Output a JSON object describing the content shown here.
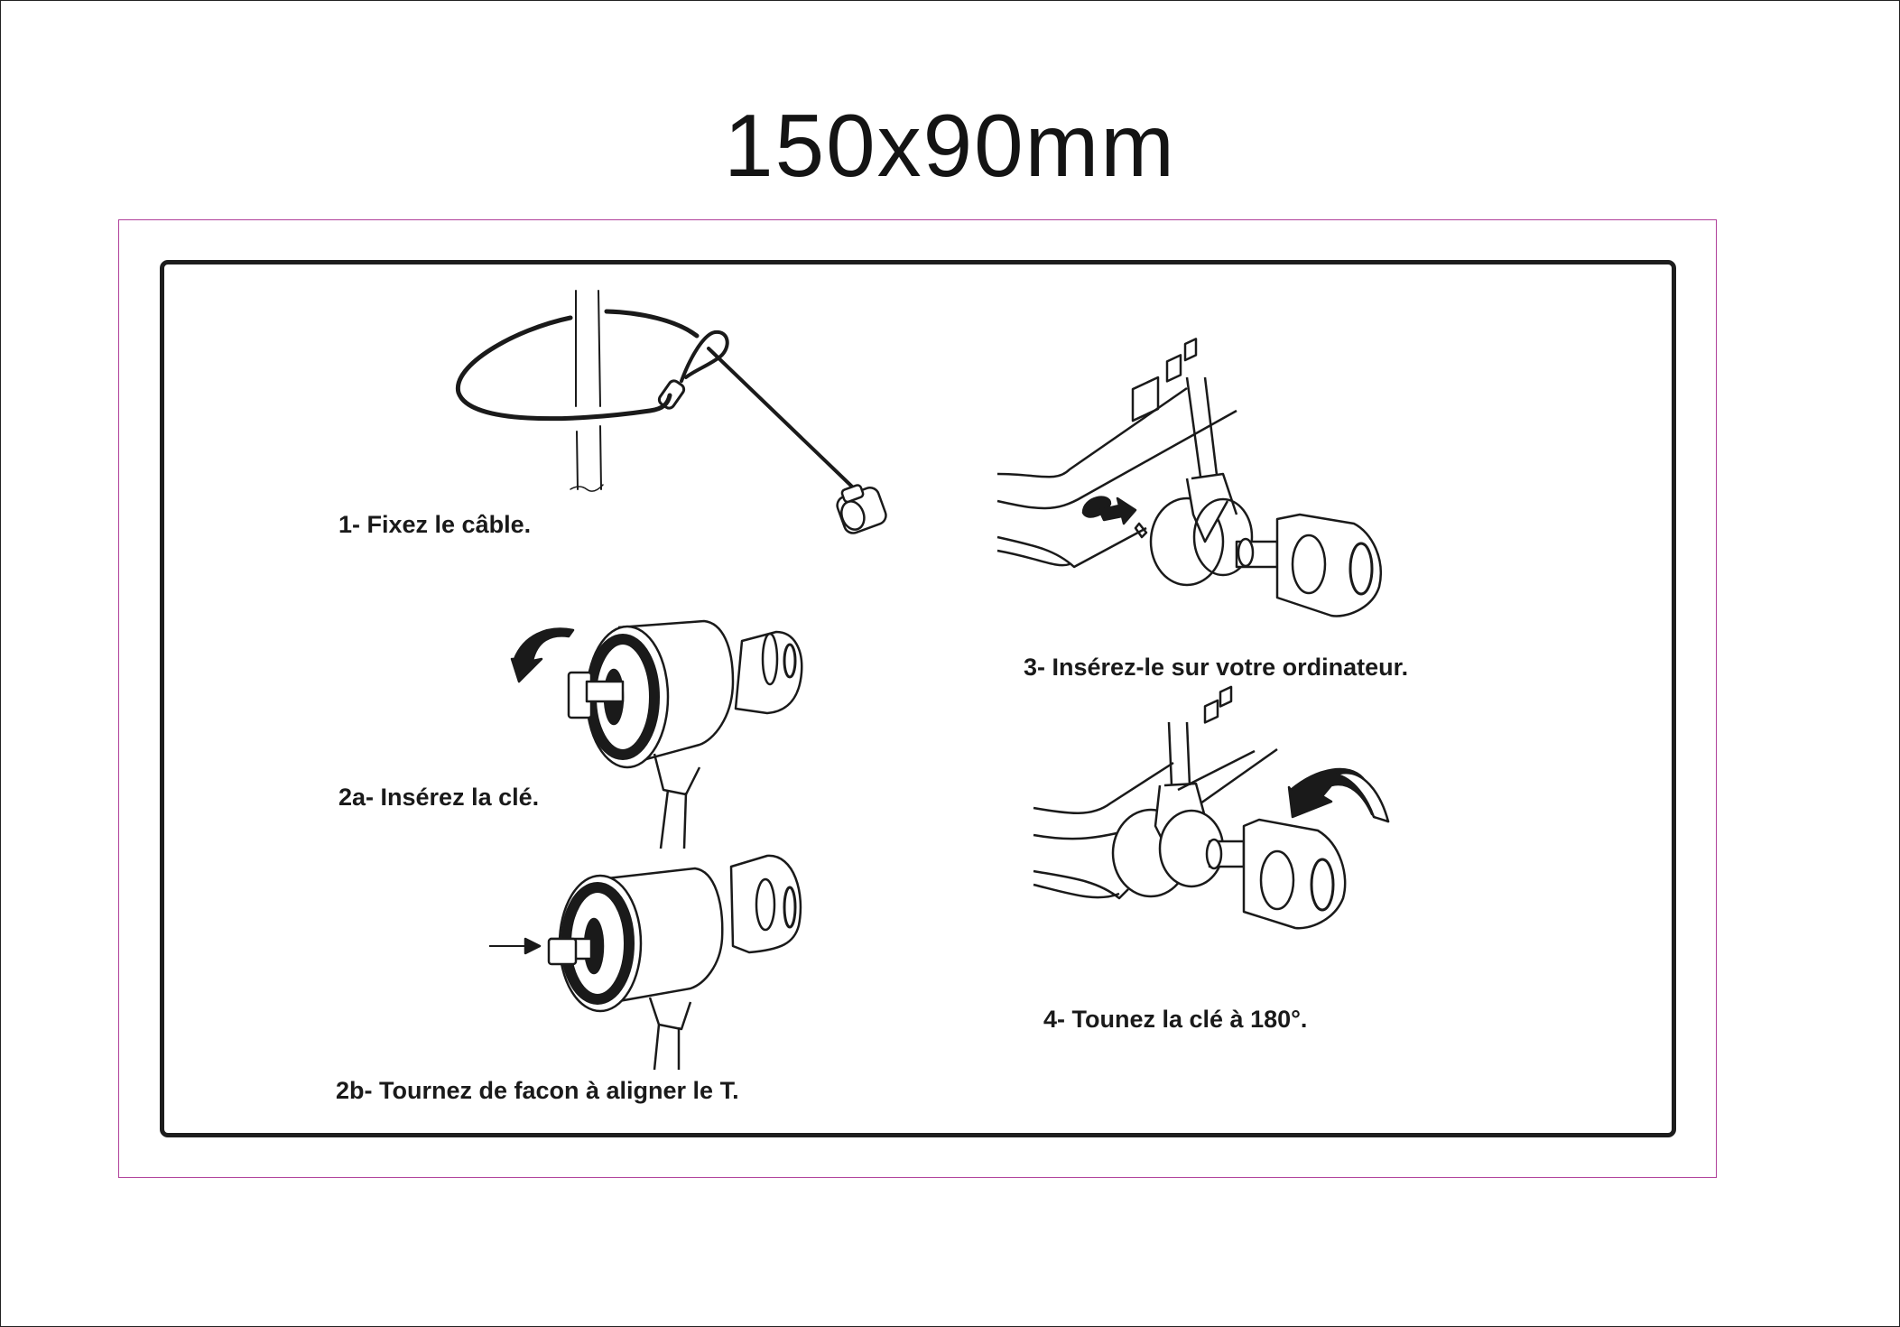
{
  "document": {
    "title": "150x90mm",
    "frame_color": "#b0409a",
    "card_border_color": "#1d1d1d"
  },
  "steps": [
    {
      "id": "1",
      "label": "1- Fixez le câble.",
      "illustration": "cable-loop-around-post-icon"
    },
    {
      "id": "2a",
      "label": "2a- Insérez la clé.",
      "illustration": "lock-with-key-rotate-icon"
    },
    {
      "id": "2b",
      "label": "2b- Tournez de facon à aligner le T.",
      "illustration": "lock-t-bar-aligned-icon"
    },
    {
      "id": "3",
      "label": "3- Insérez-le sur votre ordinateur.",
      "illustration": "lock-insert-laptop-slot-icon"
    },
    {
      "id": "4",
      "label": "4- Tounez la clé à 180°.",
      "illustration": "key-turn-180-icon"
    }
  ]
}
